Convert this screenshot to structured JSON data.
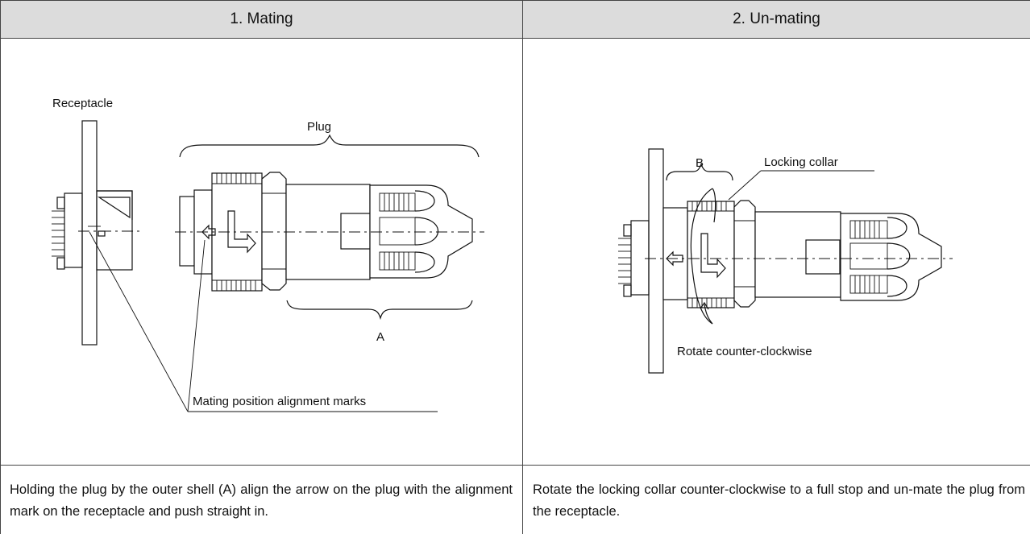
{
  "headers": {
    "mating": "1. Mating",
    "unmating": "2. Un-mating"
  },
  "mating_diagram": {
    "receptacle_label": "Receptacle",
    "plug_label": "Plug",
    "a_label": "A",
    "marks_label": "Mating position alignment marks"
  },
  "unmating_diagram": {
    "locking_collar_label": "Locking collar",
    "b_label": "B",
    "rotate_label": "Rotate counter-clockwise"
  },
  "descriptions": {
    "mating": "Holding the plug by the outer shell (A) align the arrow on the plug with the alignment mark on the receptacle and push straight in.",
    "unmating": "Rotate the locking collar counter-clockwise to a full stop and un-mate the plug from the receptacle."
  }
}
